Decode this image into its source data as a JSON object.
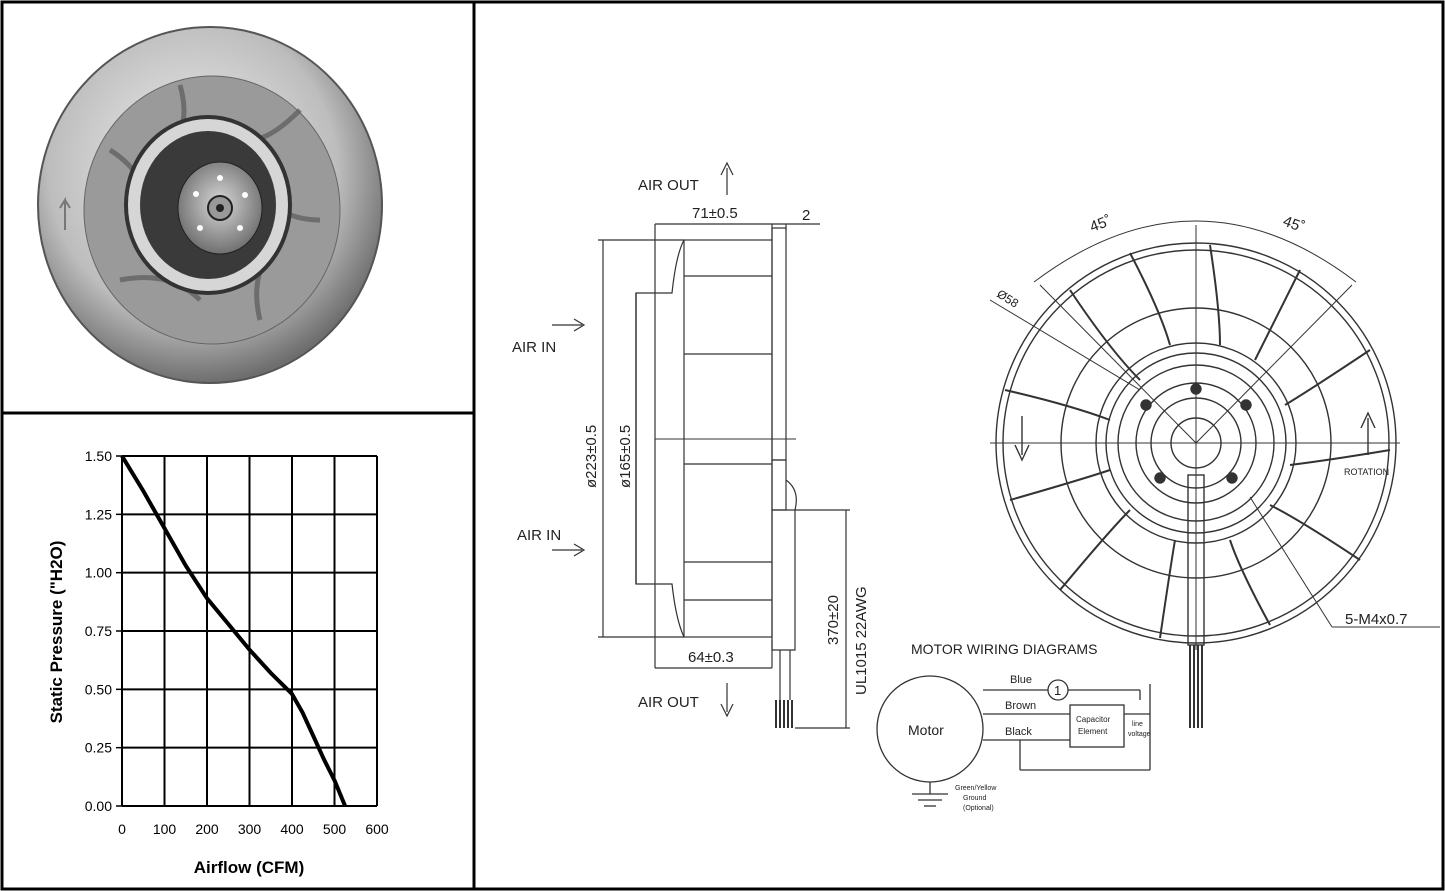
{
  "chart_data": {
    "type": "line",
    "xlabel": "Airflow (CFM)",
    "ylabel": "Static Pressure  (\"H2O)",
    "xlim": [
      0,
      600
    ],
    "ylim": [
      0,
      1.5
    ],
    "x_ticks": [
      "0",
      "100",
      "200",
      "300",
      "400",
      "500",
      "600"
    ],
    "y_ticks": [
      "0.00",
      "0.25",
      "0.50",
      "0.75",
      "1.00",
      "1.25",
      "1.50"
    ],
    "grid": true,
    "series": [
      {
        "x": [
          0,
          50,
          100,
          150,
          200,
          250,
          300,
          350,
          400,
          425,
          450,
          475,
          500,
          525
        ],
        "y": [
          1.5,
          1.35,
          1.19,
          1.03,
          0.89,
          0.78,
          0.67,
          0.57,
          0.48,
          0.4,
          0.3,
          0.2,
          0.11,
          0.0
        ]
      }
    ]
  },
  "side_view": {
    "air_out_top": "AIR OUT",
    "air_out_bottom": "AIR OUT",
    "air_in_1": "AIR IN",
    "air_in_2": "AIR IN",
    "dim_width": "71±0.5",
    "dim_2": "2",
    "dim_outer": "ø223±0.5",
    "dim_inner": "ø165±0.5",
    "dim_64": "64±0.3",
    "dim_lead": "370±20",
    "cable": "UL1015 22AWG"
  },
  "front_view": {
    "angle_1": "45˚",
    "angle_2": "45˚",
    "dia_58": "Ø58",
    "rotation": "ROTATION",
    "screw": "5-M4x0.7"
  },
  "wiring": {
    "title": "MOTOR WIRING DIAGRAMS",
    "motor": "Motor",
    "blue": "Blue",
    "brown": "Brown",
    "black": "Black",
    "capacitor_1": "Capacitor",
    "capacitor_2": "Element",
    "line_1": "line",
    "line_2": "voltage",
    "ground_1": "Green/Yellow",
    "ground_2": "Ground",
    "ground_3": "(Optional)",
    "circle_num": "1"
  }
}
